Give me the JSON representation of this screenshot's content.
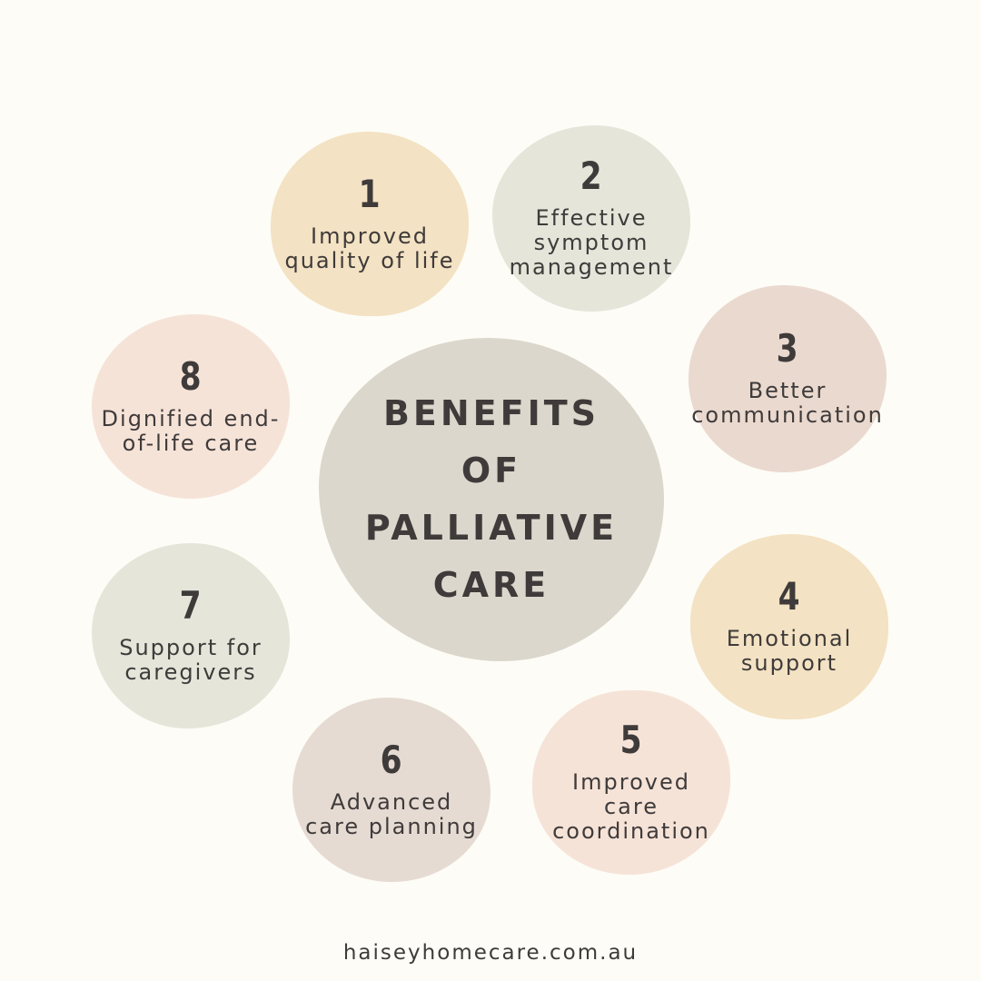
{
  "title": "BENEFITS\nOF\nPALLIATIVE\nCARE",
  "benefits": [
    {
      "number": "1",
      "label": "Improved\nquality of life",
      "color": "#f3e2c3"
    },
    {
      "number": "2",
      "label": "Effective\nsymptom\nmanagement",
      "color": "#e5e5da"
    },
    {
      "number": "3",
      "label": "Better\ncommunication",
      "color": "#ead9cf"
    },
    {
      "number": "4",
      "label": "Emotional\nsupport",
      "color": "#f3e2c3"
    },
    {
      "number": "5",
      "label": "Improved\ncare\ncoordination",
      "color": "#f6e3d8"
    },
    {
      "number": "6",
      "label": "Advanced\ncare planning",
      "color": "#e6dbd3"
    },
    {
      "number": "7",
      "label": "Support for\ncaregivers",
      "color": "#e5e5da"
    },
    {
      "number": "8",
      "label": "Dignified end-\nof-life care",
      "color": "#f6e3d8"
    }
  ],
  "footer": "haiseyhomecare.com.au",
  "colors": {
    "background": "#fdfcf6",
    "text": "#3f3b3a",
    "center": "#dcd7cc"
  }
}
